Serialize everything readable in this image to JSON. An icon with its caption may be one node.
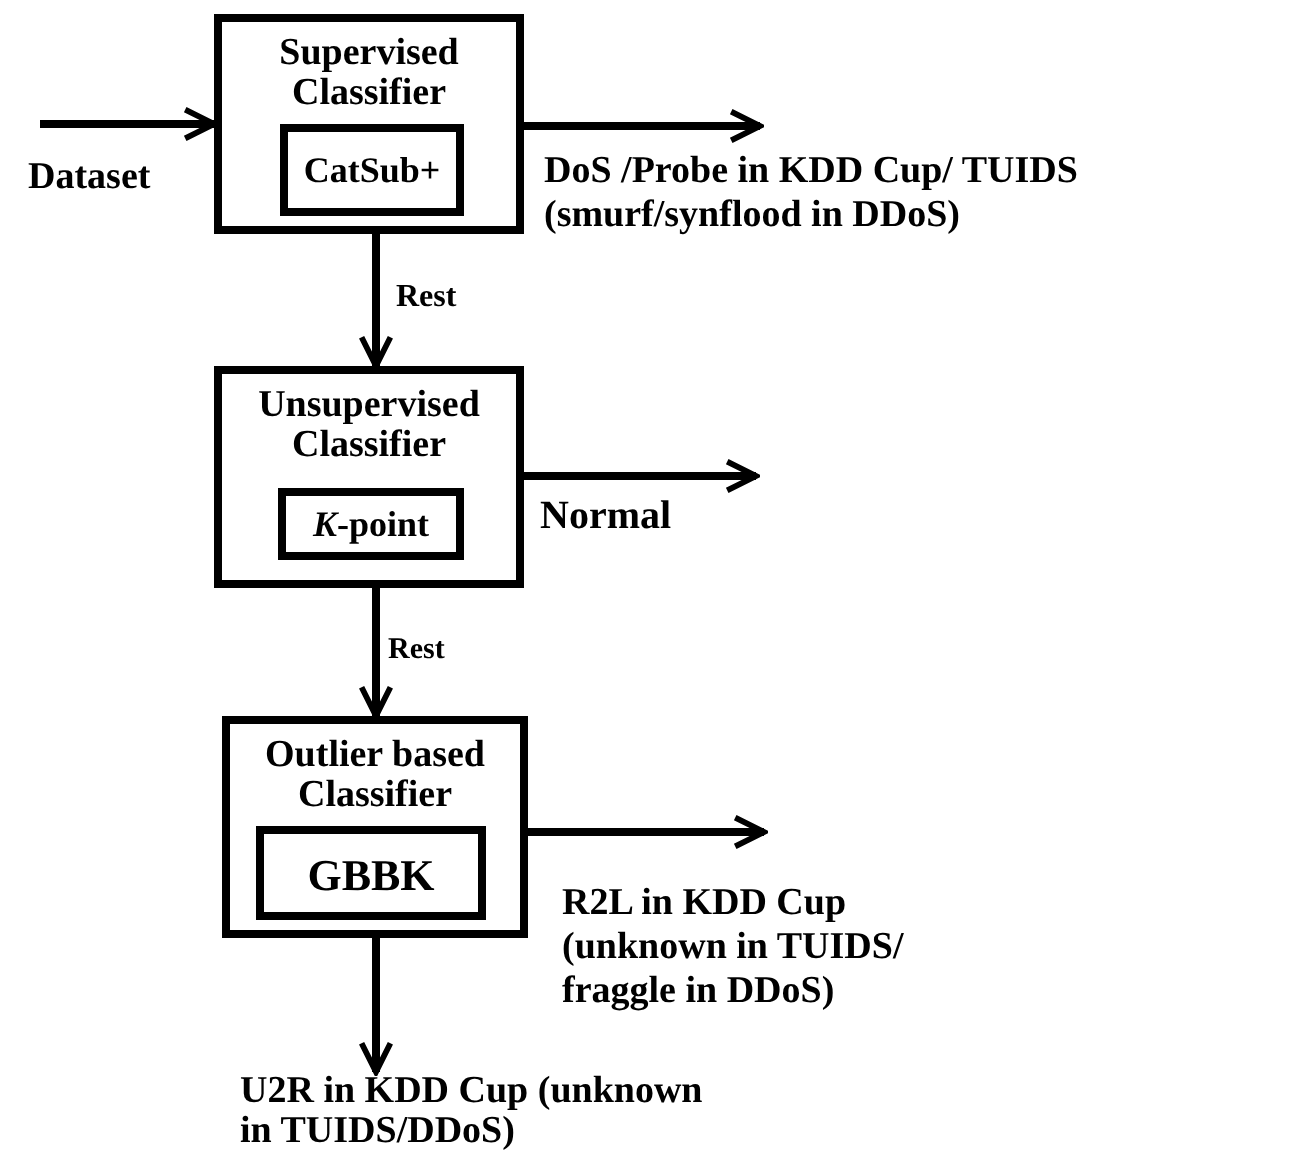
{
  "diagram": {
    "nodes": [
      {
        "text": [
          "Supervised Classifier"
        ]
      },
      {
        "text": [
          "CatSub+"
        ],
        "in": 0
      },
      {
        "text": [
          "Unsupervised Classifier"
        ]
      },
      {
        "text": [
          "*K*-point"
        ],
        "in": 2
      },
      {
        "text": [
          "Outlier based Classifier"
        ]
      },
      {
        "text": [
          "GBBK"
        ],
        "in": 4
      },
      {
        "text": [
          "U2R in KDD Cup (unknown in TUIDS/DDoS)"
        ]
      }
    ],
    "edges": [
      {
        "from": null,
        "to": 0,
        "arrow": "to",
        "label": "Dataset"
      },
      {
        "from": 0,
        "to": null,
        "arrow": "to",
        "label": "DoS /Probe in KDD Cup/ TUIDS (smurf/synflood in DDoS)"
      },
      {
        "from": 0,
        "to": 2,
        "arrow": "to",
        "label": "Rest"
      },
      {
        "from": 2,
        "to": null,
        "arrow": "to",
        "label": "Normal"
      },
      {
        "from": 2,
        "to": 4,
        "arrow": "to",
        "label": "Rest"
      },
      {
        "from": 4,
        "to": null,
        "arrow": "to",
        "label": "R2L in KDD Cup (unknown in TUIDS/ fraggle in DDoS)"
      },
      {
        "from": 4,
        "to": 6,
        "arrow": "to"
      }
    ]
  }
}
